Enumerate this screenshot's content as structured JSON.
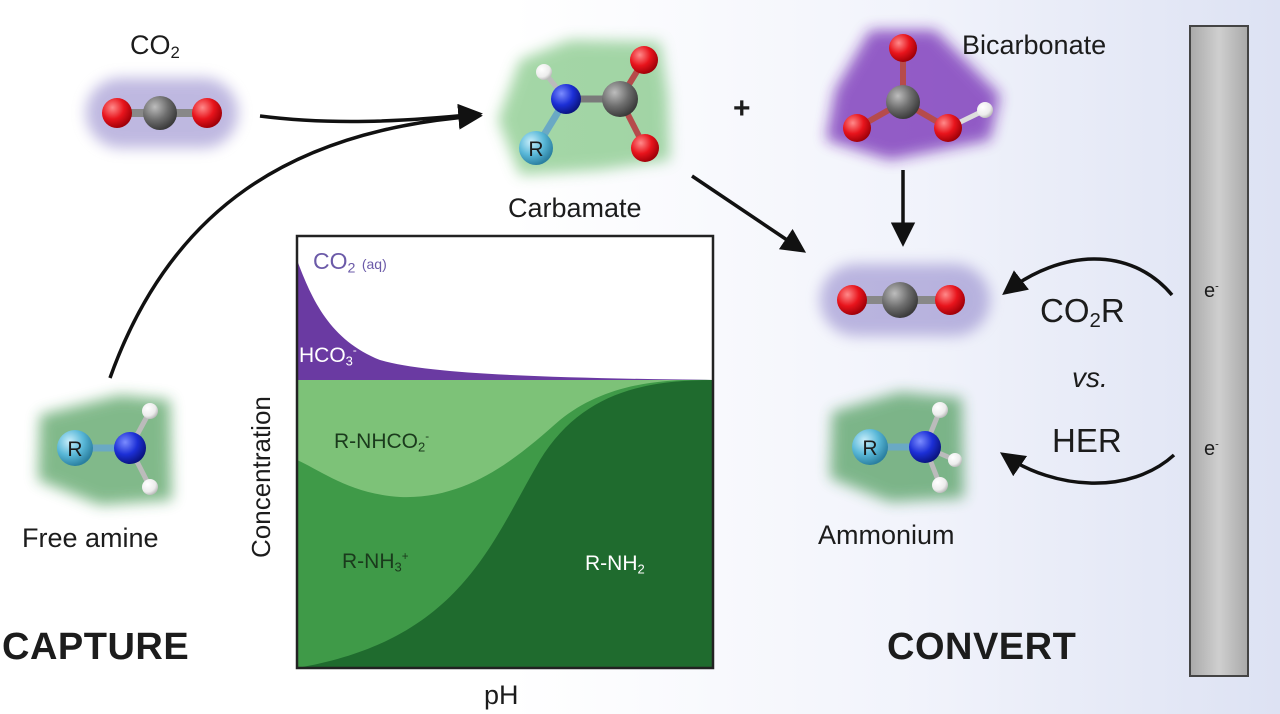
{
  "labels": {
    "co2_top": "CO",
    "carbamate": "Carbamate",
    "bicarbonate": "Bicarbonate",
    "plus": "+",
    "free_amine": "Free amine",
    "ammonium": "Ammonium",
    "capture": "CAPTURE",
    "convert": "CONVERT",
    "co2r": "CO",
    "co2r_tail": "R",
    "vs": "vs.",
    "her": "HER",
    "electron": "e",
    "electron_sup": "-",
    "r_group": "R",
    "two": "2"
  },
  "chart": {
    "xlabel": "pH",
    "ylabel": "Concentration",
    "co2aq": "CO",
    "co2aq_state": "(aq)",
    "hco3": "HCO",
    "hco3_sub": "3",
    "hco3_sup": "-",
    "carbamate": "R-NHCO",
    "carbamate_sub": "2",
    "carbamate_sup": "-",
    "ammonium": "R-NH",
    "ammonium_sub": "3",
    "ammonium_sup": "+",
    "amine": "R-NH",
    "amine_sub": "2"
  },
  "colors": {
    "oxygen": "#e8141c",
    "carbon": "#6e6e6e",
    "nitrogen": "#1c2fd6",
    "hydrogen": "#f2f2f2",
    "r_group": "#5ab8d8",
    "glow_co2": "#8a7fc8",
    "glow_green": "#4caf50",
    "glow_purple": "#6a1fb0",
    "co2_region": "#6a3aa2",
    "carbamate_region": "#7dc278",
    "ammonium_region": "#3f9a48",
    "amine_region": "#1f6b2e",
    "electrode": "#c0c0c0"
  }
}
